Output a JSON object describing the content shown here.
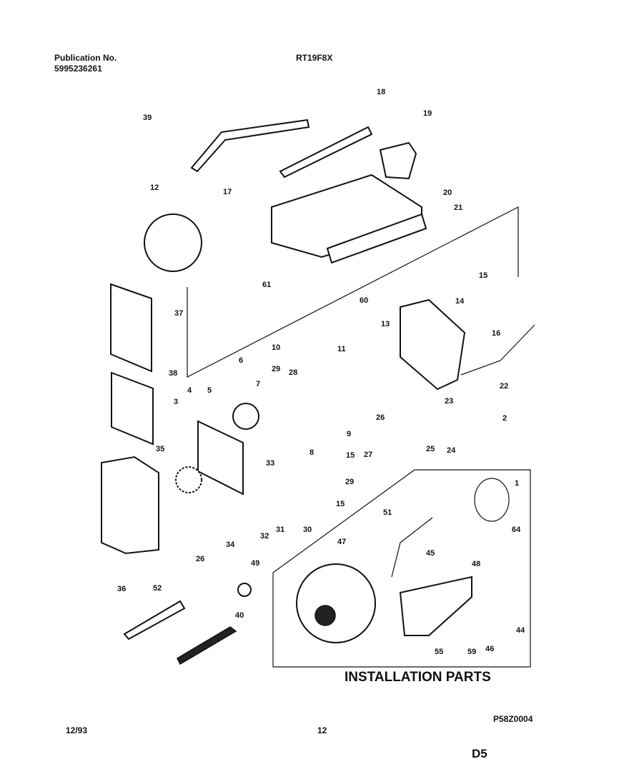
{
  "header": {
    "publication_label": "Publication No.",
    "publication_number": "5995236261",
    "model": "RT19F8X"
  },
  "diagram": {
    "section_title": "INSTALLATION PARTS",
    "drawing_id": "P58Z0004",
    "part_labels": [
      "39",
      "18",
      "19",
      "12",
      "17",
      "20",
      "21",
      "15",
      "14",
      "61",
      "60",
      "37",
      "16",
      "13",
      "10",
      "11",
      "6",
      "29",
      "28",
      "22",
      "38",
      "3",
      "4",
      "5",
      "7",
      "26",
      "23",
      "2",
      "9",
      "25",
      "24",
      "8",
      "15",
      "27",
      "35",
      "33",
      "29",
      "15",
      "1",
      "51",
      "64",
      "32",
      "31",
      "30",
      "34",
      "26",
      "47",
      "45",
      "48",
      "36",
      "49",
      "52",
      "40",
      "55",
      "59",
      "46",
      "44"
    ]
  },
  "footer": {
    "date": "12/93",
    "page": "12",
    "section": "D5"
  }
}
